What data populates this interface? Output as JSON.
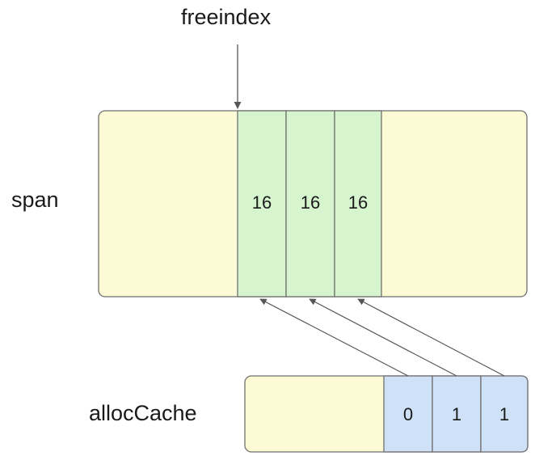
{
  "pointer_label": "freeindex",
  "span": {
    "label": "span",
    "cells": [
      "16",
      "16",
      "16"
    ]
  },
  "alloc_cache": {
    "label": "allocCache",
    "bits": [
      "0",
      "1",
      "1"
    ]
  },
  "colors": {
    "yellow_fill": "#fdfbd6",
    "green_fill": "#d6f5cf",
    "blue_fill": "#cfe1f6",
    "stroke": "#6f6f6f",
    "arrow": "#555555"
  }
}
